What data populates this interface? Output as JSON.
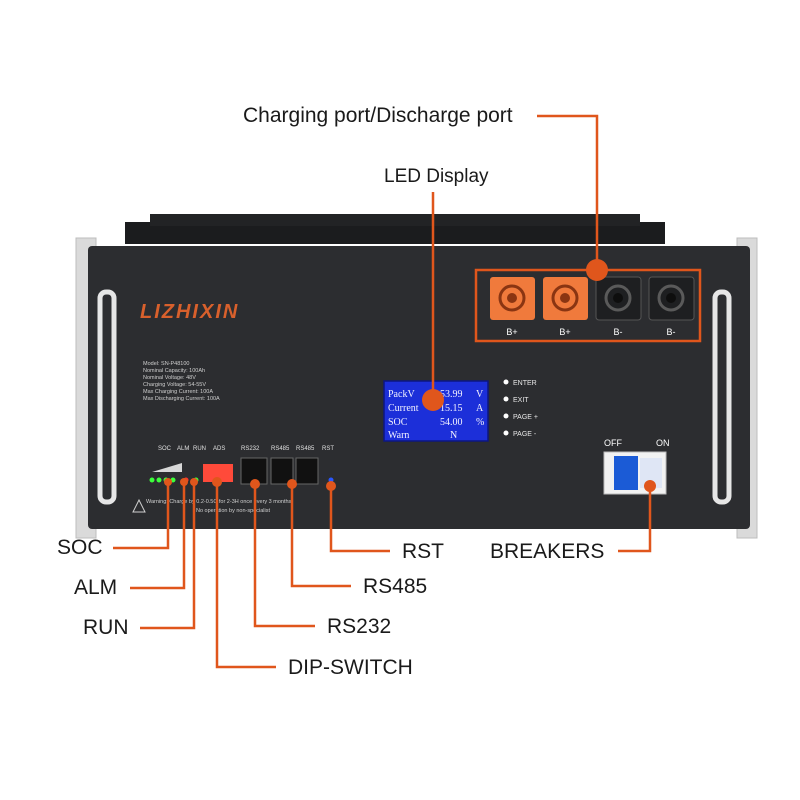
{
  "callouts": {
    "charging_port": "Charging port/Discharge port",
    "led_display": "LED Display",
    "soc": "SOC",
    "alm": "ALM",
    "run": "RUN",
    "dip_switch": "DIP-SWITCH",
    "rs232": "RS232",
    "rs485": "RS485",
    "rst": "RST",
    "breakers": "BREAKERS"
  },
  "brand": "LIZHIXIN",
  "spec_plate": [
    "Model: SN-P48100",
    "Nominal Capacity: 100Ah",
    "Nominal Voltage: 48V",
    "Charging Voltage: 54-55V",
    "Max Charging Current: 100A",
    "Max Discharging Current: 100A"
  ],
  "port_labels": [
    "B+",
    "B+",
    "B-",
    "B-"
  ],
  "lcd": {
    "rows": [
      {
        "label": "PackV",
        "value": "53.99",
        "unit": "V"
      },
      {
        "label": "Current",
        "value": "15.15",
        "unit": "A"
      },
      {
        "label": "SOC",
        "value": "54.00",
        "unit": "%"
      },
      {
        "label": "Warn",
        "value": "N",
        "unit": ""
      }
    ]
  },
  "buttons": [
    "ENTER",
    "EXIT",
    "PAGE +",
    "PAGE -"
  ],
  "breaker_labels": {
    "off": "OFF",
    "on": "ON"
  },
  "panel_labels": {
    "soc": "SOC",
    "alm": "ALM",
    "run": "RUN",
    "ads": "ADS",
    "rs232": "RS232",
    "rs485_a": "RS485",
    "rs485_b": "RS485",
    "rst": "RST"
  },
  "warning_text": "Warning: Charge by 0.2-0.5C for 2-3H once every 3 months",
  "warning_text_2": "No operation by non-specialist",
  "colors": {
    "accent": "#e0561c",
    "panel": "#2c2d30",
    "lcd": "#1c2fd9",
    "port": "#f07a3c"
  }
}
